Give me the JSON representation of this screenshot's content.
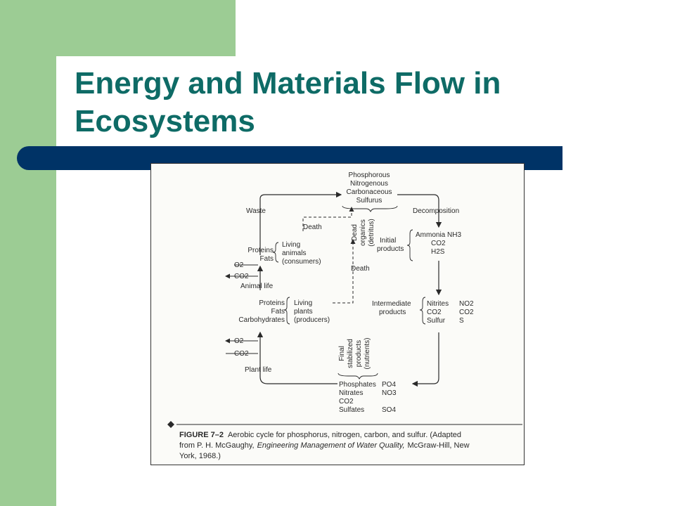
{
  "slide": {
    "title": "Energy and Materials Flow in Ecosystems",
    "colors": {
      "accent_green": "#9ccc94",
      "title_teal": "#0e6b66",
      "band_navy": "#003366"
    }
  },
  "figure": {
    "top_list": [
      "Phosphorous",
      "Nitrogenous",
      "Carbonaceous",
      "Sulfurus"
    ],
    "waste": "Waste",
    "decomposition": "Decomposition",
    "death_top": "Death",
    "living_animals": [
      "Living",
      "animals",
      "(consumers)"
    ],
    "animal_products": [
      "Proteins",
      "Fats"
    ],
    "o2": "O2",
    "co2": "CO2",
    "animal_life": "Animal life",
    "dead_organics": [
      "Dead",
      "organics",
      "(detritus)"
    ],
    "death_mid": "Death",
    "initial_products": [
      "Initial",
      "products"
    ],
    "initial_list": [
      "Ammonia NH3",
      "CO2",
      "H2S"
    ],
    "intermediate_products": [
      "Intermediate",
      "products"
    ],
    "intermediate_list": [
      "Nitrites",
      "CO2",
      "Sulfur"
    ],
    "intermediate_formulas": [
      "NO2",
      "CO2",
      "S"
    ],
    "plant_products": [
      "Proteins",
      "Fats",
      "Carbohydrates"
    ],
    "living_plants": [
      "Living",
      "plants",
      "(producers)"
    ],
    "plant_life": "Plant life",
    "final_stabilized": [
      "Final",
      "stabilized",
      "products",
      "(nutrients)"
    ],
    "final_list": [
      "Phosphates",
      "Nitrates",
      "CO2",
      "Sulfates"
    ],
    "final_formulas": [
      "PO4",
      "NO3",
      "SO4"
    ],
    "caption_label": "FIGURE 7–2",
    "caption_text_1": "Aerobic cycle for phosphorus, nitrogen, carbon, and sulfur. (Adapted",
    "caption_text_2a": "from P. H. McGaughy,",
    "caption_text_2b": "Engineering Management of Water Quality,",
    "caption_text_2c": "McGraw-Hill, New",
    "caption_text_3": "York, 1968.)"
  }
}
